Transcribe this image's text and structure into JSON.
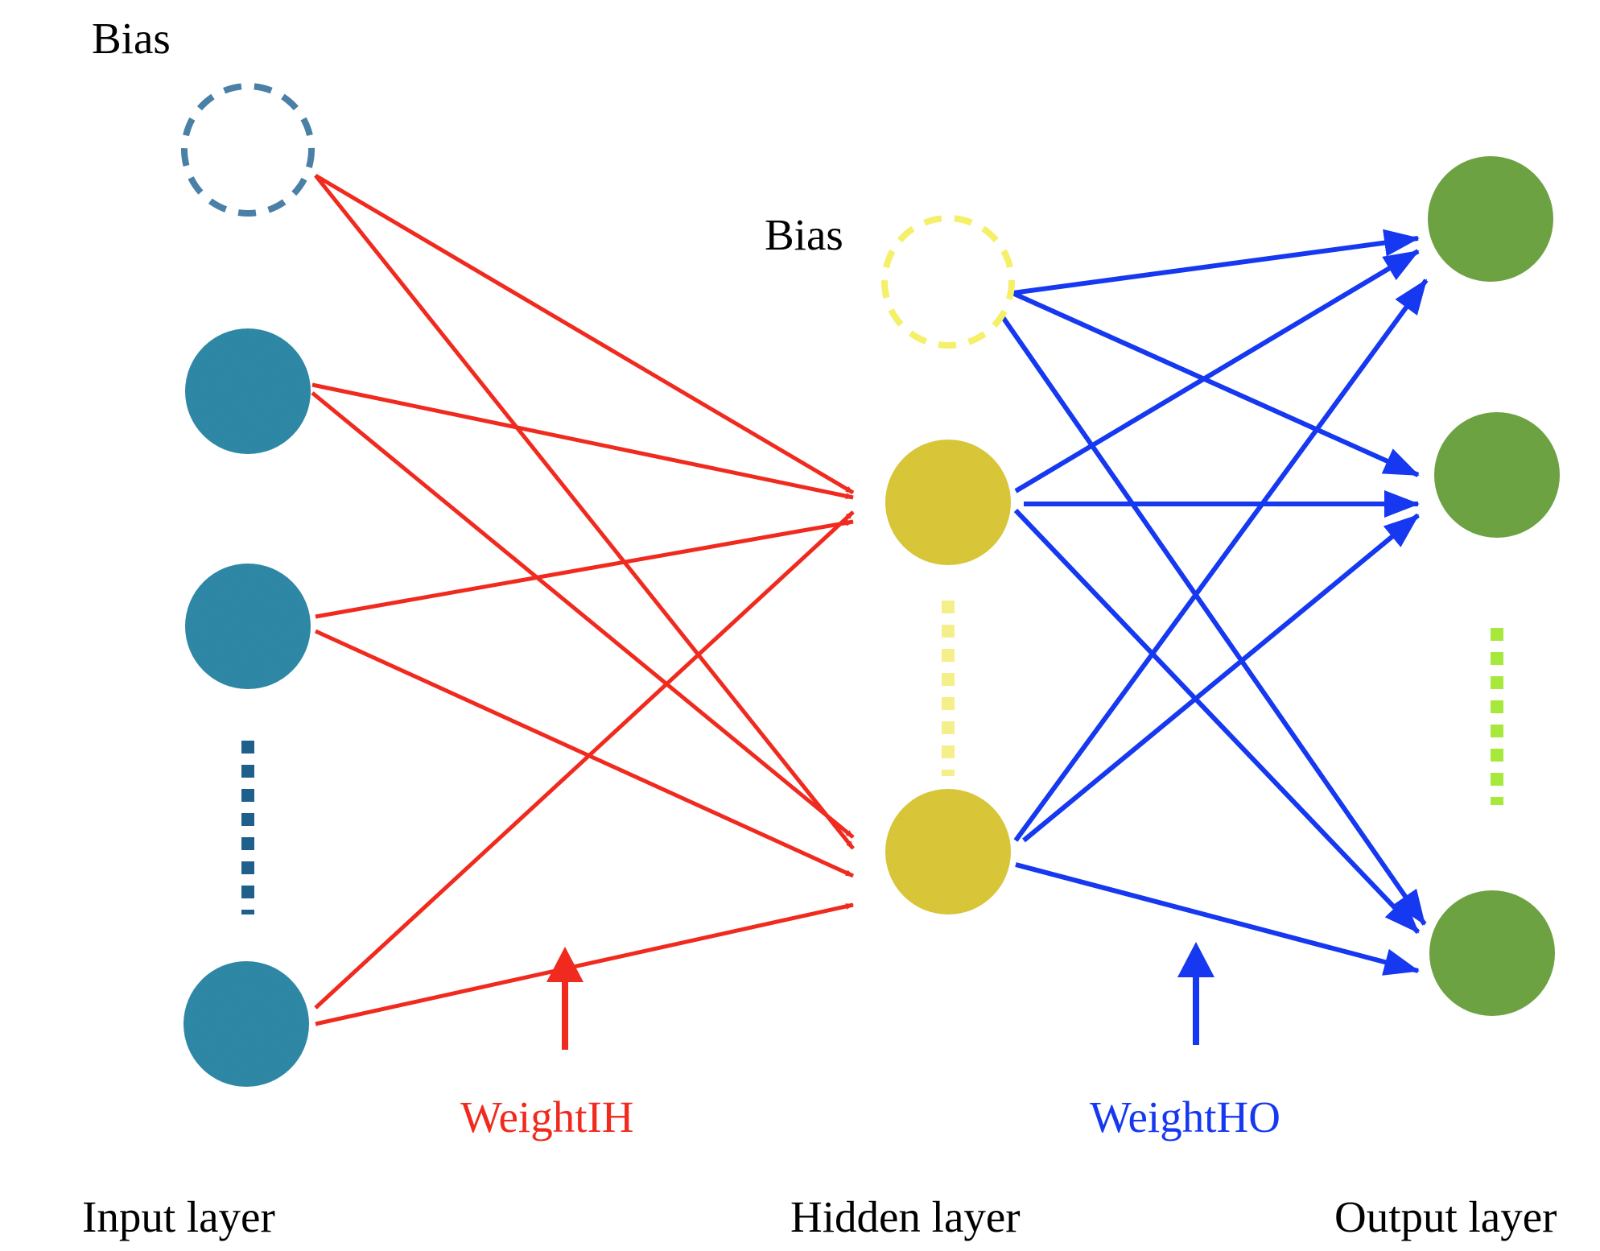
{
  "labels": {
    "input_bias": "Bias",
    "hidden_bias": "Bias",
    "weight_ih": "WeightIH",
    "weight_ho": "WeightHO",
    "input_layer": "Input layer",
    "hidden_layer": "Hidden layer",
    "output_layer": "Output layer"
  },
  "colors": {
    "input_node": "#2e8aa8",
    "input_bias": "#4a7fa6",
    "hidden_node": "#dcc93a",
    "hidden_bias": "#f5ef6a",
    "output_node": "#6fa543",
    "weight_ih": "#f02a1e",
    "weight_ho": "#1538f0",
    "input_ellipsis": "#1f5f8c",
    "hidden_ellipsis": "#f5ef8a",
    "output_ellipsis": "#a6e83c"
  }
}
